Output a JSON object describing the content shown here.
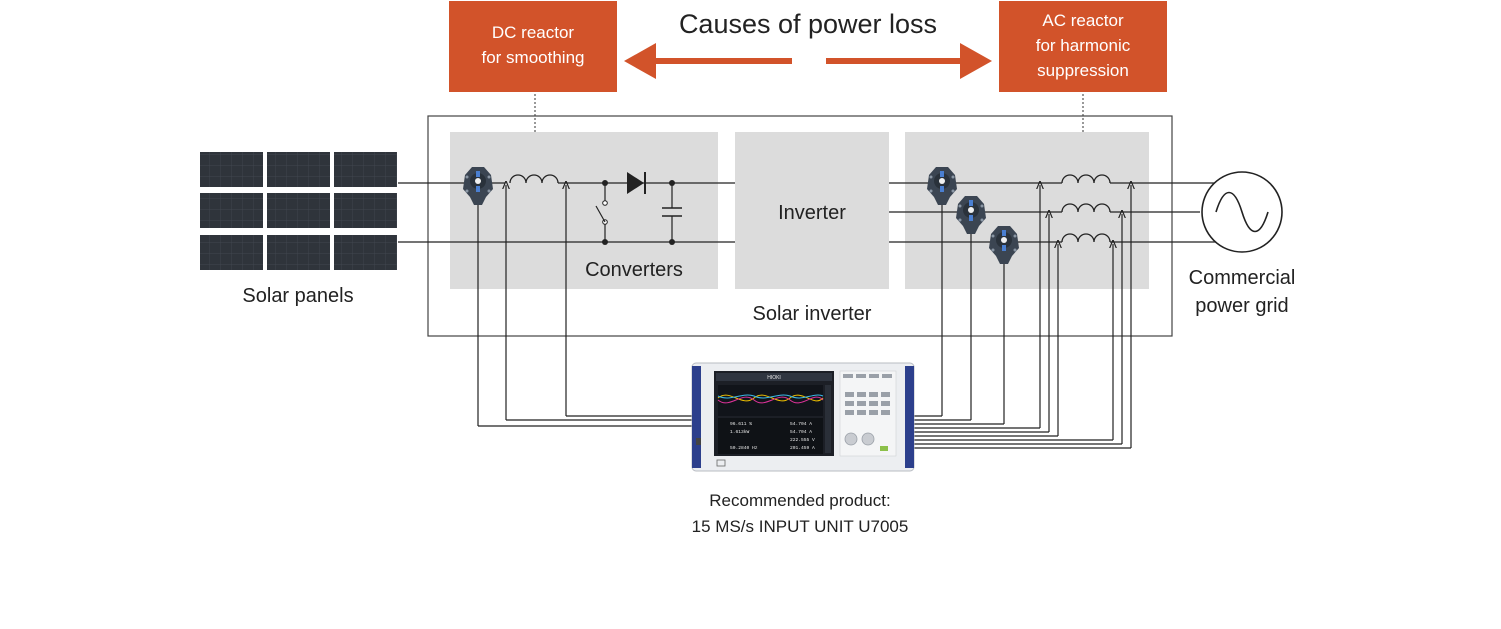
{
  "title": "Causes of power loss",
  "colors": {
    "accent": "#d2532a",
    "block_fill": "#dcdcdc",
    "wire": "#222222",
    "panel_cell": "#2f343b",
    "instrument_blue": "#2c3f8c"
  },
  "dc_reactor": {
    "line1": "DC reactor",
    "line2": "for smoothing"
  },
  "ac_reactor": {
    "line1": "AC reactor",
    "line2": "for harmonic",
    "line3": "suppression"
  },
  "solar_panels_label": "Solar panels",
  "converters_label": "Converters",
  "inverter_label": "Inverter",
  "solar_inverter_label": "Solar inverter",
  "grid_label": {
    "line1": "Commercial",
    "line2": "power grid"
  },
  "product": {
    "line1": "Recommended product:",
    "line2": "15 MS/s INPUT UNIT U7005"
  },
  "instrument": {
    "brand": "HIOKI",
    "readings": [
      [
        "96.611 %",
        "54.704 A"
      ],
      [
        "1.613kW",
        "54.704 A"
      ],
      [
        "",
        "222.555 V"
      ],
      [
        "50.2840 Hz",
        "201.459 A"
      ]
    ]
  },
  "icons": [
    "solar-panel-icon",
    "current-sensor-icon",
    "ac-source-icon",
    "diode-icon",
    "capacitor-icon",
    "switch-icon",
    "inductor-icon"
  ]
}
